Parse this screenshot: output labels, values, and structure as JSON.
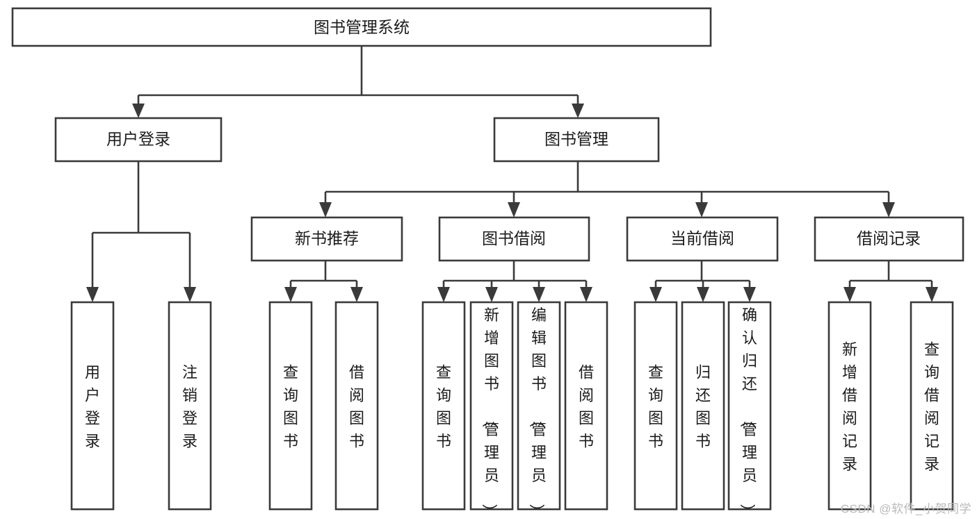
{
  "diagram": {
    "title": "图书管理系统",
    "type": "hierarchy-tree",
    "watermark": "CSDN @软件_小贺同学",
    "colors": {
      "stroke": "#3a3a3a",
      "fill": "#ffffff",
      "text": "#1b1b1b",
      "watermark": "#b9b9b9"
    },
    "root": {
      "label": "图书管理系统"
    },
    "level2": [
      {
        "label": "用户登录"
      },
      {
        "label": "图书管理"
      }
    ],
    "level3": [
      {
        "label": "新书推荐"
      },
      {
        "label": "图书借阅"
      },
      {
        "label": "当前借阅"
      },
      {
        "label": "借阅记录"
      }
    ],
    "leaves": {
      "user_login": [
        {
          "label": "用户登录"
        },
        {
          "label": "注销登录"
        }
      ],
      "new_book_recommend": [
        {
          "label": "查询图书"
        },
        {
          "label": "借阅图书"
        }
      ],
      "book_borrow": [
        {
          "label": "查询图书"
        },
        {
          "label": "新增图书（管理员）"
        },
        {
          "label": "编辑图书（管理员）"
        },
        {
          "label": "借阅图书"
        }
      ],
      "current_borrow": [
        {
          "label": "查询图书"
        },
        {
          "label": "归还图书"
        },
        {
          "label": "确认归还（管理员）"
        }
      ],
      "borrow_records": [
        {
          "label": "新增借阅记录"
        },
        {
          "label": "查询借阅记录"
        }
      ]
    }
  }
}
